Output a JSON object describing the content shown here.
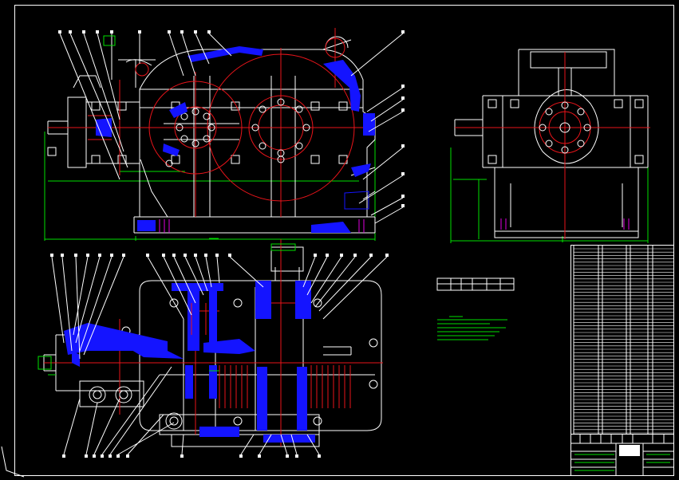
{
  "drawing": {
    "background": "#000000",
    "colors": {
      "outline": "#ffffff",
      "gear_circle": "#e8141a",
      "section_fill": "#1414ff",
      "dimension": "#00e000",
      "bolt_mark": "#e000e0",
      "text": "#ffffff"
    },
    "views": [
      {
        "name": "front-elevation-view"
      },
      {
        "name": "side-elevation-view"
      },
      {
        "name": "plan-section-view"
      },
      {
        "name": "technical-characteristics-table"
      },
      {
        "name": "technical-requirements-notes"
      },
      {
        "name": "parts-list-table"
      },
      {
        "name": "title-block"
      }
    ],
    "balloon_labels": [],
    "text_blocks": []
  }
}
